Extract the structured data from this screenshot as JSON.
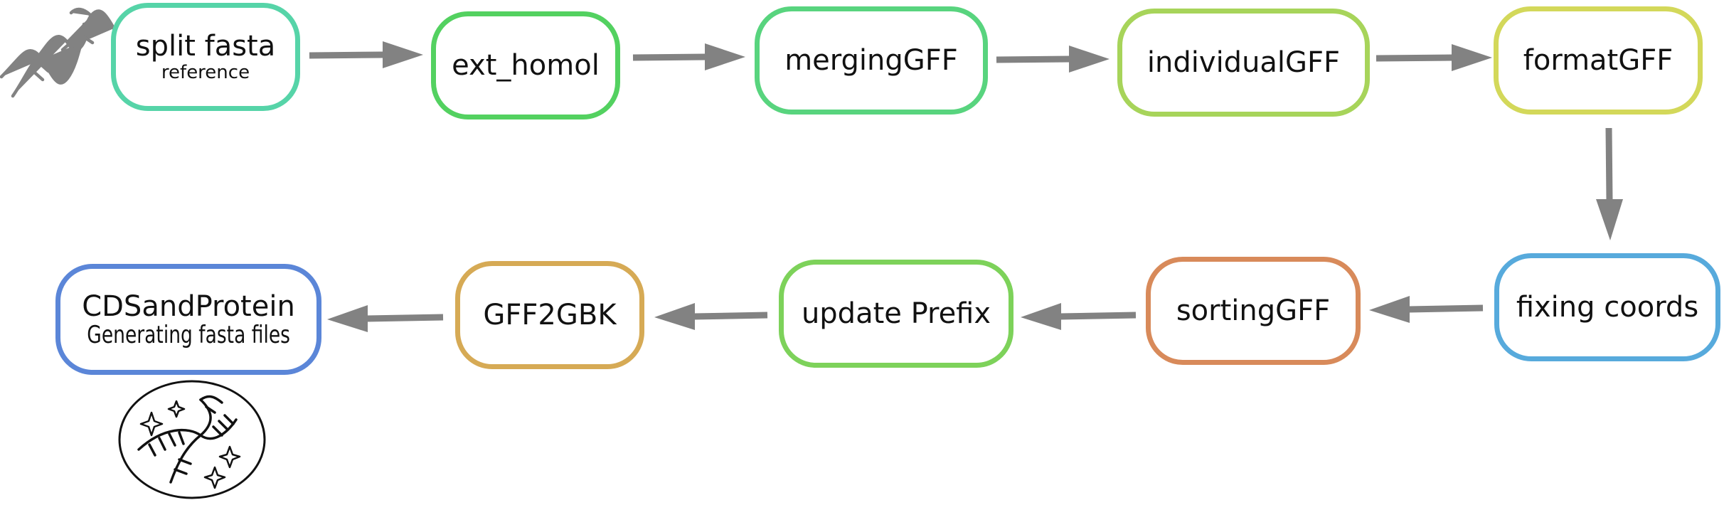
{
  "flow": {
    "nodes": [
      {
        "label": "split fasta",
        "sublabel": "reference",
        "color": "#56d4a8"
      },
      {
        "label": "ext_homol",
        "sublabel": "",
        "color": "#53d160"
      },
      {
        "label": "mergingGFF",
        "sublabel": "",
        "color": "#58d47e"
      },
      {
        "label": "individualGFF",
        "sublabel": "",
        "color": "#a7d45a"
      },
      {
        "label": "formatGFF",
        "sublabel": "",
        "color": "#d3d85a"
      },
      {
        "label": "fixing coords",
        "sublabel": "",
        "color": "#57aadc"
      },
      {
        "label": "sortingGFF",
        "sublabel": "",
        "color": "#d88a5a"
      },
      {
        "label": "update Prefix",
        "sublabel": "",
        "color": "#7dd25a"
      },
      {
        "label": "GFF2GBK",
        "sublabel": "",
        "color": "#d6aa55"
      },
      {
        "label": "CDSandProtein",
        "sublabel": "Generating fasta files",
        "color": "#5b86d8"
      }
    ],
    "arrow_color": "#828282",
    "icons": [
      "dna-helix-icon",
      "dna-sparkle-icon"
    ]
  }
}
